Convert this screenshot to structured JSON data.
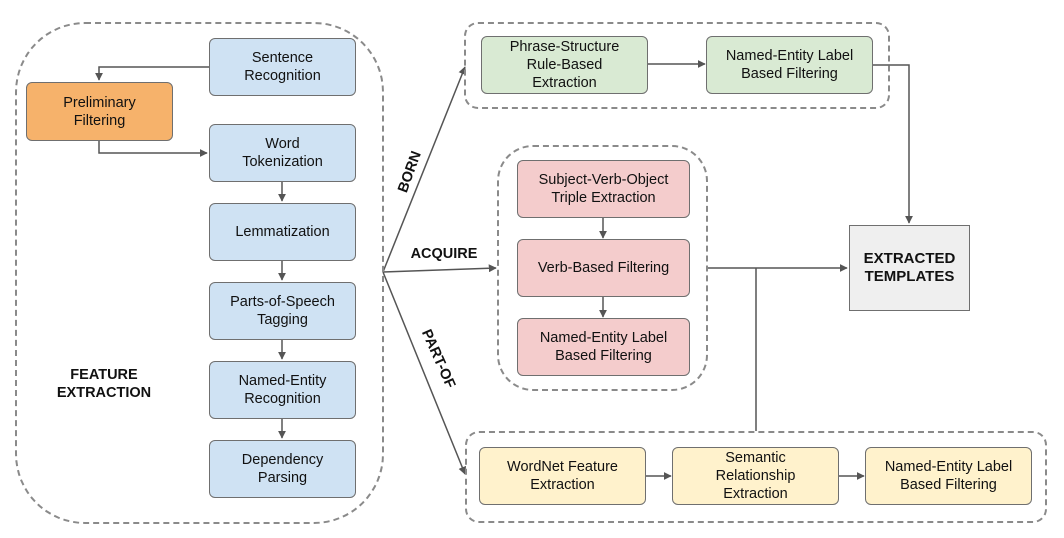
{
  "feature_extraction": {
    "title": "FEATURE\nEXTRACTION",
    "steps": {
      "sentence_recognition": "Sentence\nRecognition",
      "preliminary_filtering": "Preliminary\nFiltering",
      "word_tokenization": "Word\nTokenization",
      "lemmatization": "Lemmatization",
      "pos_tagging": "Parts-of-Speech\nTagging",
      "ner": "Named-Entity\nRecognition",
      "dependency_parsing": "Dependency\nParsing"
    }
  },
  "relations": {
    "born": "BORN",
    "acquire": "ACQUIRE",
    "part_of": "PART-OF"
  },
  "born_pipeline": {
    "rule_extraction": "Phrase-Structure\nRule-Based\nExtraction",
    "label_filtering": "Named-Entity Label\nBased Filtering"
  },
  "acquire_pipeline": {
    "svo_extraction": "Subject-Verb-Object\nTriple Extraction",
    "verb_filtering": "Verb-Based Filtering",
    "label_filtering": "Named-Entity Label\nBased Filtering"
  },
  "partof_pipeline": {
    "wordnet_extraction": "WordNet Feature\nExtraction",
    "semantic_extraction": "Semantic\nRelationship\nExtraction",
    "label_filtering": "Named-Entity Label\nBased Filtering"
  },
  "output": {
    "extracted_templates": "EXTRACTED\nTEMPLATES"
  },
  "colors": {
    "preprocessing": "#cfe2f3",
    "preliminary": "#f6b26b",
    "born": "#d9ead3",
    "acquire": "#f4cccc",
    "part_of": "#fff2cc",
    "output": "#efefef"
  }
}
